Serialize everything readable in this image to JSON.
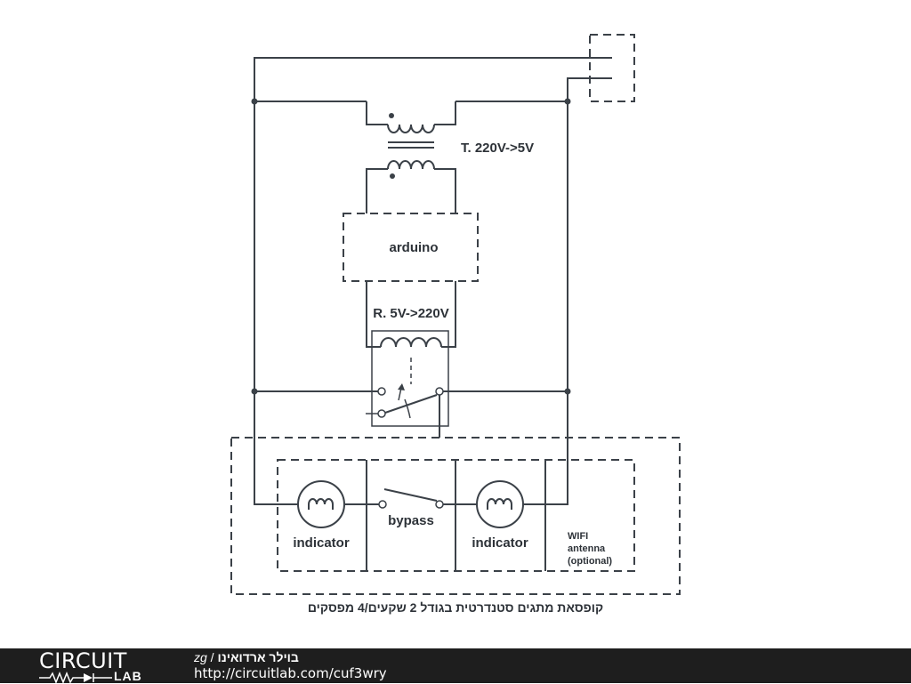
{
  "diagram": {
    "transformer_label": "T. 220V->5V",
    "arduino_label": "arduino",
    "relay_label": "R. 5V->220V",
    "bypass_label": "bypass",
    "indicator_left_label": "indicator",
    "indicator_right_label": "indicator",
    "wifi_label_1": "WIFI",
    "wifi_label_2": "antenna",
    "wifi_label_3": "(optional)",
    "box_caption": "קופסאת מתגים סטנדרטית בגודל 2 שקעים/4 מפסקים"
  },
  "footer": {
    "logo_top": "CIRCUIT",
    "logo_bottom": "LAB",
    "author": "zg",
    "separator": " / ",
    "title": "בוילר ארדואינו",
    "url": "http://circuitlab.com/cuf3wry"
  },
  "colors": {
    "wire": "#3b4148",
    "footer_bg": "#1e1e1e",
    "background": "#ffffff"
  }
}
